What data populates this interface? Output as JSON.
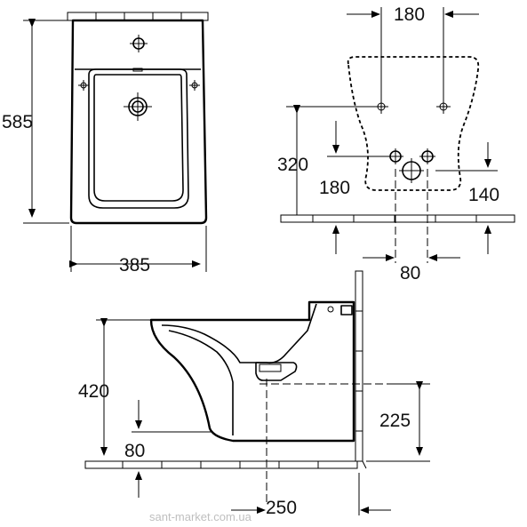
{
  "labels": {
    "height_front": "585",
    "width_front": "385",
    "top_spacing": "180",
    "height_pipe_upper": "320",
    "height_pipe_lower": "180",
    "offset_right": "140",
    "pipe_spacing": "80",
    "side_height": "420",
    "side_lower": "80",
    "side_outlet": "225",
    "side_depth": "250"
  },
  "watermark": "sant-market.com.ua",
  "colors": {
    "line": "#000000",
    "background": "#ffffff",
    "watermark": "#bfbfbf"
  }
}
